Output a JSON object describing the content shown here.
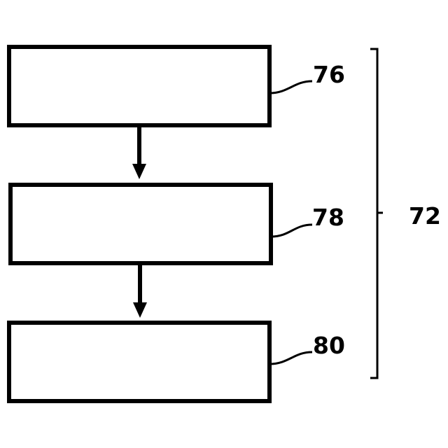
{
  "diagram": {
    "boxes": [
      {
        "label": "76"
      },
      {
        "label": "78"
      },
      {
        "label": "80"
      }
    ],
    "group_label": "72"
  }
}
